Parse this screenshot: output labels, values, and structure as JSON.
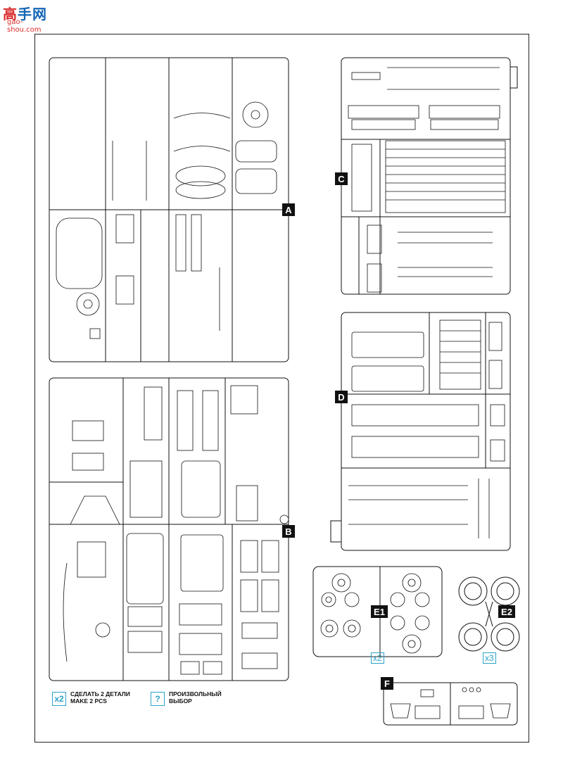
{
  "watermark": {
    "brand_a": "高",
    "brand_b": "手网",
    "url": "gao-shou.com"
  },
  "sprues": [
    {
      "id": "A"
    },
    {
      "id": "B"
    },
    {
      "id": "C"
    },
    {
      "id": "D"
    },
    {
      "id": "E1",
      "multiplier": "x2"
    },
    {
      "id": "E2",
      "multiplier": "x3"
    },
    {
      "id": "F"
    }
  ],
  "legend": {
    "make_two": {
      "badge": "x2",
      "line1": "СДЕЛАТЬ 2 ДЕТАЛИ",
      "line2": "MAKE 2 PCS"
    },
    "optional": {
      "badge": "?",
      "line1": "ПРОИЗВОЛЬНЫЙ",
      "line2": "ВЫБОР"
    }
  },
  "colors": {
    "ink": "#111111",
    "accent": "#2aa3c8",
    "watermark_blue": "#1466b5",
    "watermark_red": "#d92b2b"
  }
}
